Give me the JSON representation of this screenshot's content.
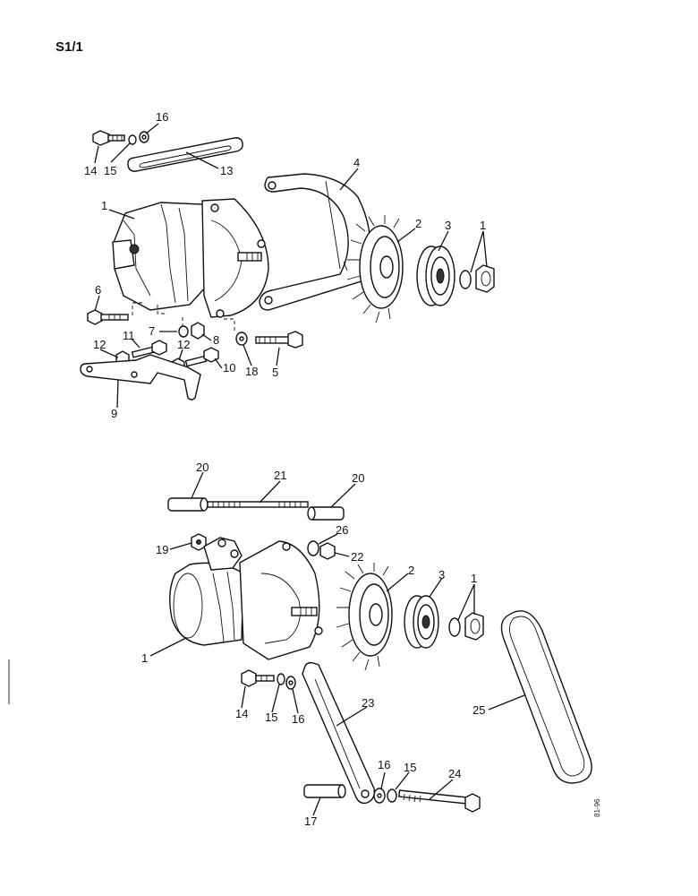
{
  "page": {
    "code": "S1/1",
    "stamp": "81-96"
  },
  "upper_assembly": {
    "callouts": [
      "1",
      "2",
      "3",
      "1",
      "4",
      "5",
      "6",
      "7",
      "8",
      "9",
      "10",
      "11",
      "12",
      "12",
      "13",
      "14",
      "15",
      "16",
      "18"
    ]
  },
  "lower_assembly": {
    "callouts": [
      "20",
      "21",
      "20",
      "19",
      "26",
      "22",
      "1",
      "2",
      "3",
      "1",
      "14",
      "15",
      "16",
      "23",
      "25",
      "16",
      "15",
      "24",
      "17"
    ]
  }
}
